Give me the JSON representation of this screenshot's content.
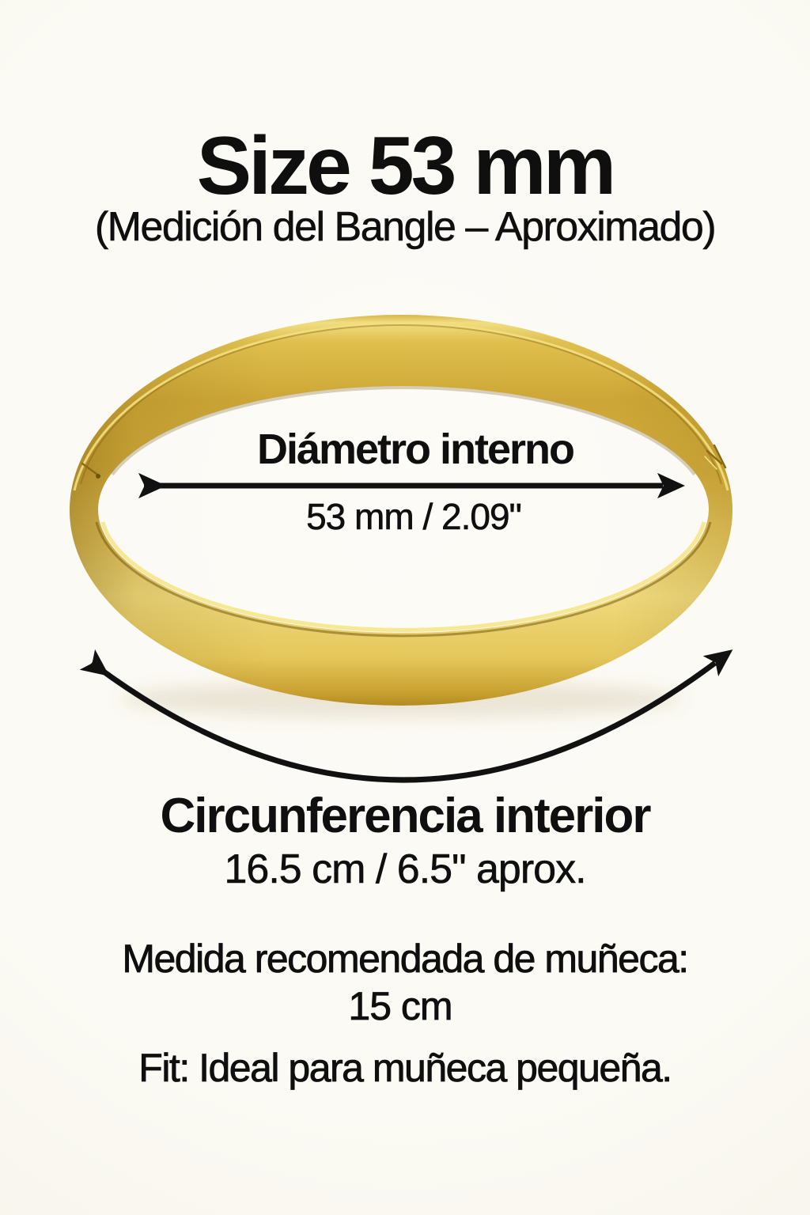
{
  "header": {
    "title": "Size 53 mm",
    "subtitle": "(Medición del Bangle – Aproximado)"
  },
  "diagram": {
    "inner_diameter": {
      "label": "Diámetro interno",
      "value": "53 mm / 2.09\""
    },
    "inner_circumference": {
      "label": "Circunferencia interior",
      "value": "16.5 cm / 6.5\" aprox."
    }
  },
  "recommendation": {
    "wrist_label": "Medida recomendada de muñeca:",
    "wrist_value": "15 cm",
    "fit_note": "Fit: Ideal para muñeca pequeña."
  },
  "icons": {
    "diameter_arrow": "double-headed-horizontal-arrow",
    "circumference_arrow": "curved-double-headed-arrow"
  },
  "colors": {
    "background": "#FBFAF5",
    "text": "#0F0F0F",
    "arrow": "#111111",
    "gold_base": "#D2AC3B",
    "gold_light": "#EFDA7E",
    "gold_highlight": "#F6E88F",
    "gold_dark": "#B28C22"
  }
}
